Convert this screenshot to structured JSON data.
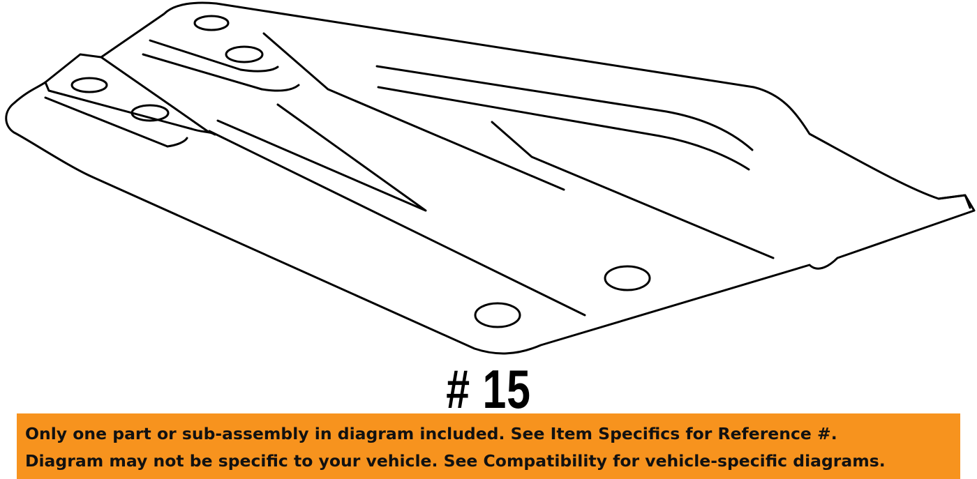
{
  "part_number": "# 15",
  "disclaimer": {
    "line1": "Only one part or sub-assembly in diagram included. See Item Specifics for Reference #.",
    "line2": "Diagram may not be specific to your vehicle. See Compatibility for vehicle-specific diagrams."
  },
  "colors": {
    "banner": "#f7931e",
    "stroke": "#000000",
    "text": "#111111"
  }
}
